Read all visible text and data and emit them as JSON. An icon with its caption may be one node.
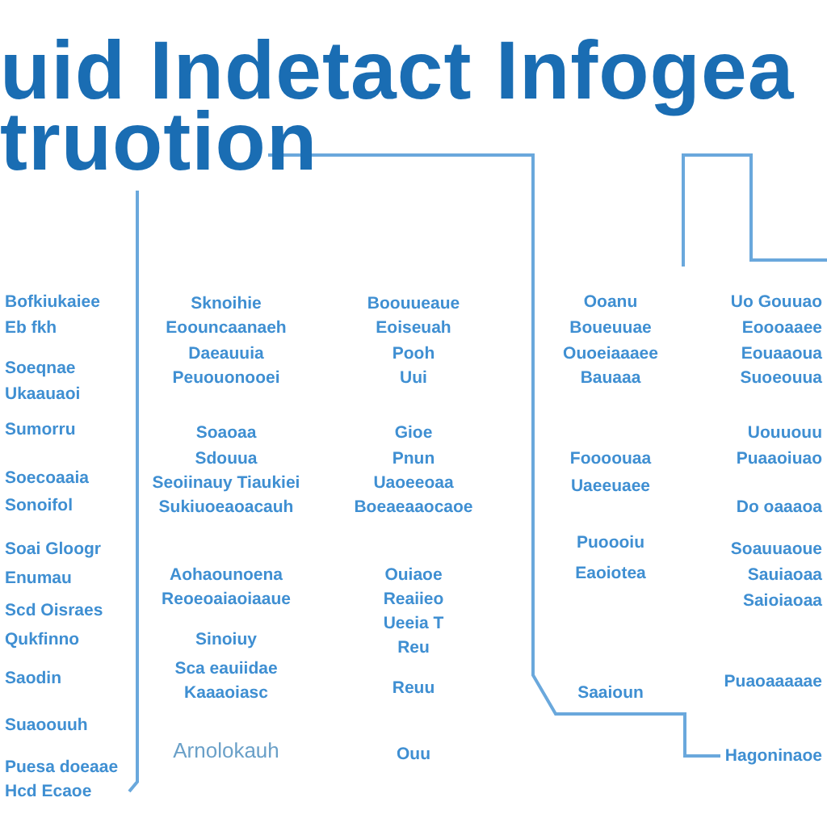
{
  "diagram": {
    "title": "uid Indetact Infogea truotion",
    "labels": [
      "Bofkiukaiee",
      "Eb fkh",
      "Soeqnae",
      "Ukaauaoi",
      "Sumorru",
      "Soecoaaia",
      "Sonoifol",
      "Soai Gloogr",
      "Enumau",
      "Scd Oisraes",
      "Qukfinno",
      "Saodin",
      "Suaoouuh",
      "Puesa doeaae",
      "Hcd Ecaoe",
      "Sknoihie",
      "Eoouncaanaeh",
      "Daeauuia",
      "Peuouonooei",
      "Soaoaa",
      "Sdouua",
      "Seoiinauy Tiaukiei",
      "Sukiuoeaoacauh",
      "Aohaounoena",
      "Reoeoaiaoiaaue",
      "Sinoiuy",
      "Sca eauiidae",
      "Kaaaoiasc",
      "Arnolokauh",
      "Boouueaue",
      "Eoiseuah",
      "Pooh",
      "Uui",
      "Gioe",
      "Pnun",
      "Uaoeeoaa",
      "Boeaeaaocaoe",
      "Ouiaoe",
      "Reaiieo",
      "Ueeia T",
      "Reu",
      "Reuu",
      "Ouu",
      "Ooanu",
      "Boueuuae",
      "Ouoeiaaaee",
      "Bauaaa",
      "Foooouaa",
      "Uaeeuaee",
      "Puoooiu",
      "Eaoiotea",
      "Saaioun",
      "Uo Gouuao",
      "Eoooaaee",
      "Eouaaoua",
      "Suoeouua",
      "Uouuouu",
      "Puaaoiuao",
      "Do oaaaoa",
      "Soauuaoue",
      "Sauiaoaa",
      "Saioiaoaa",
      "Puaoaaaaae",
      "Hagoninaoe"
    ]
  }
}
